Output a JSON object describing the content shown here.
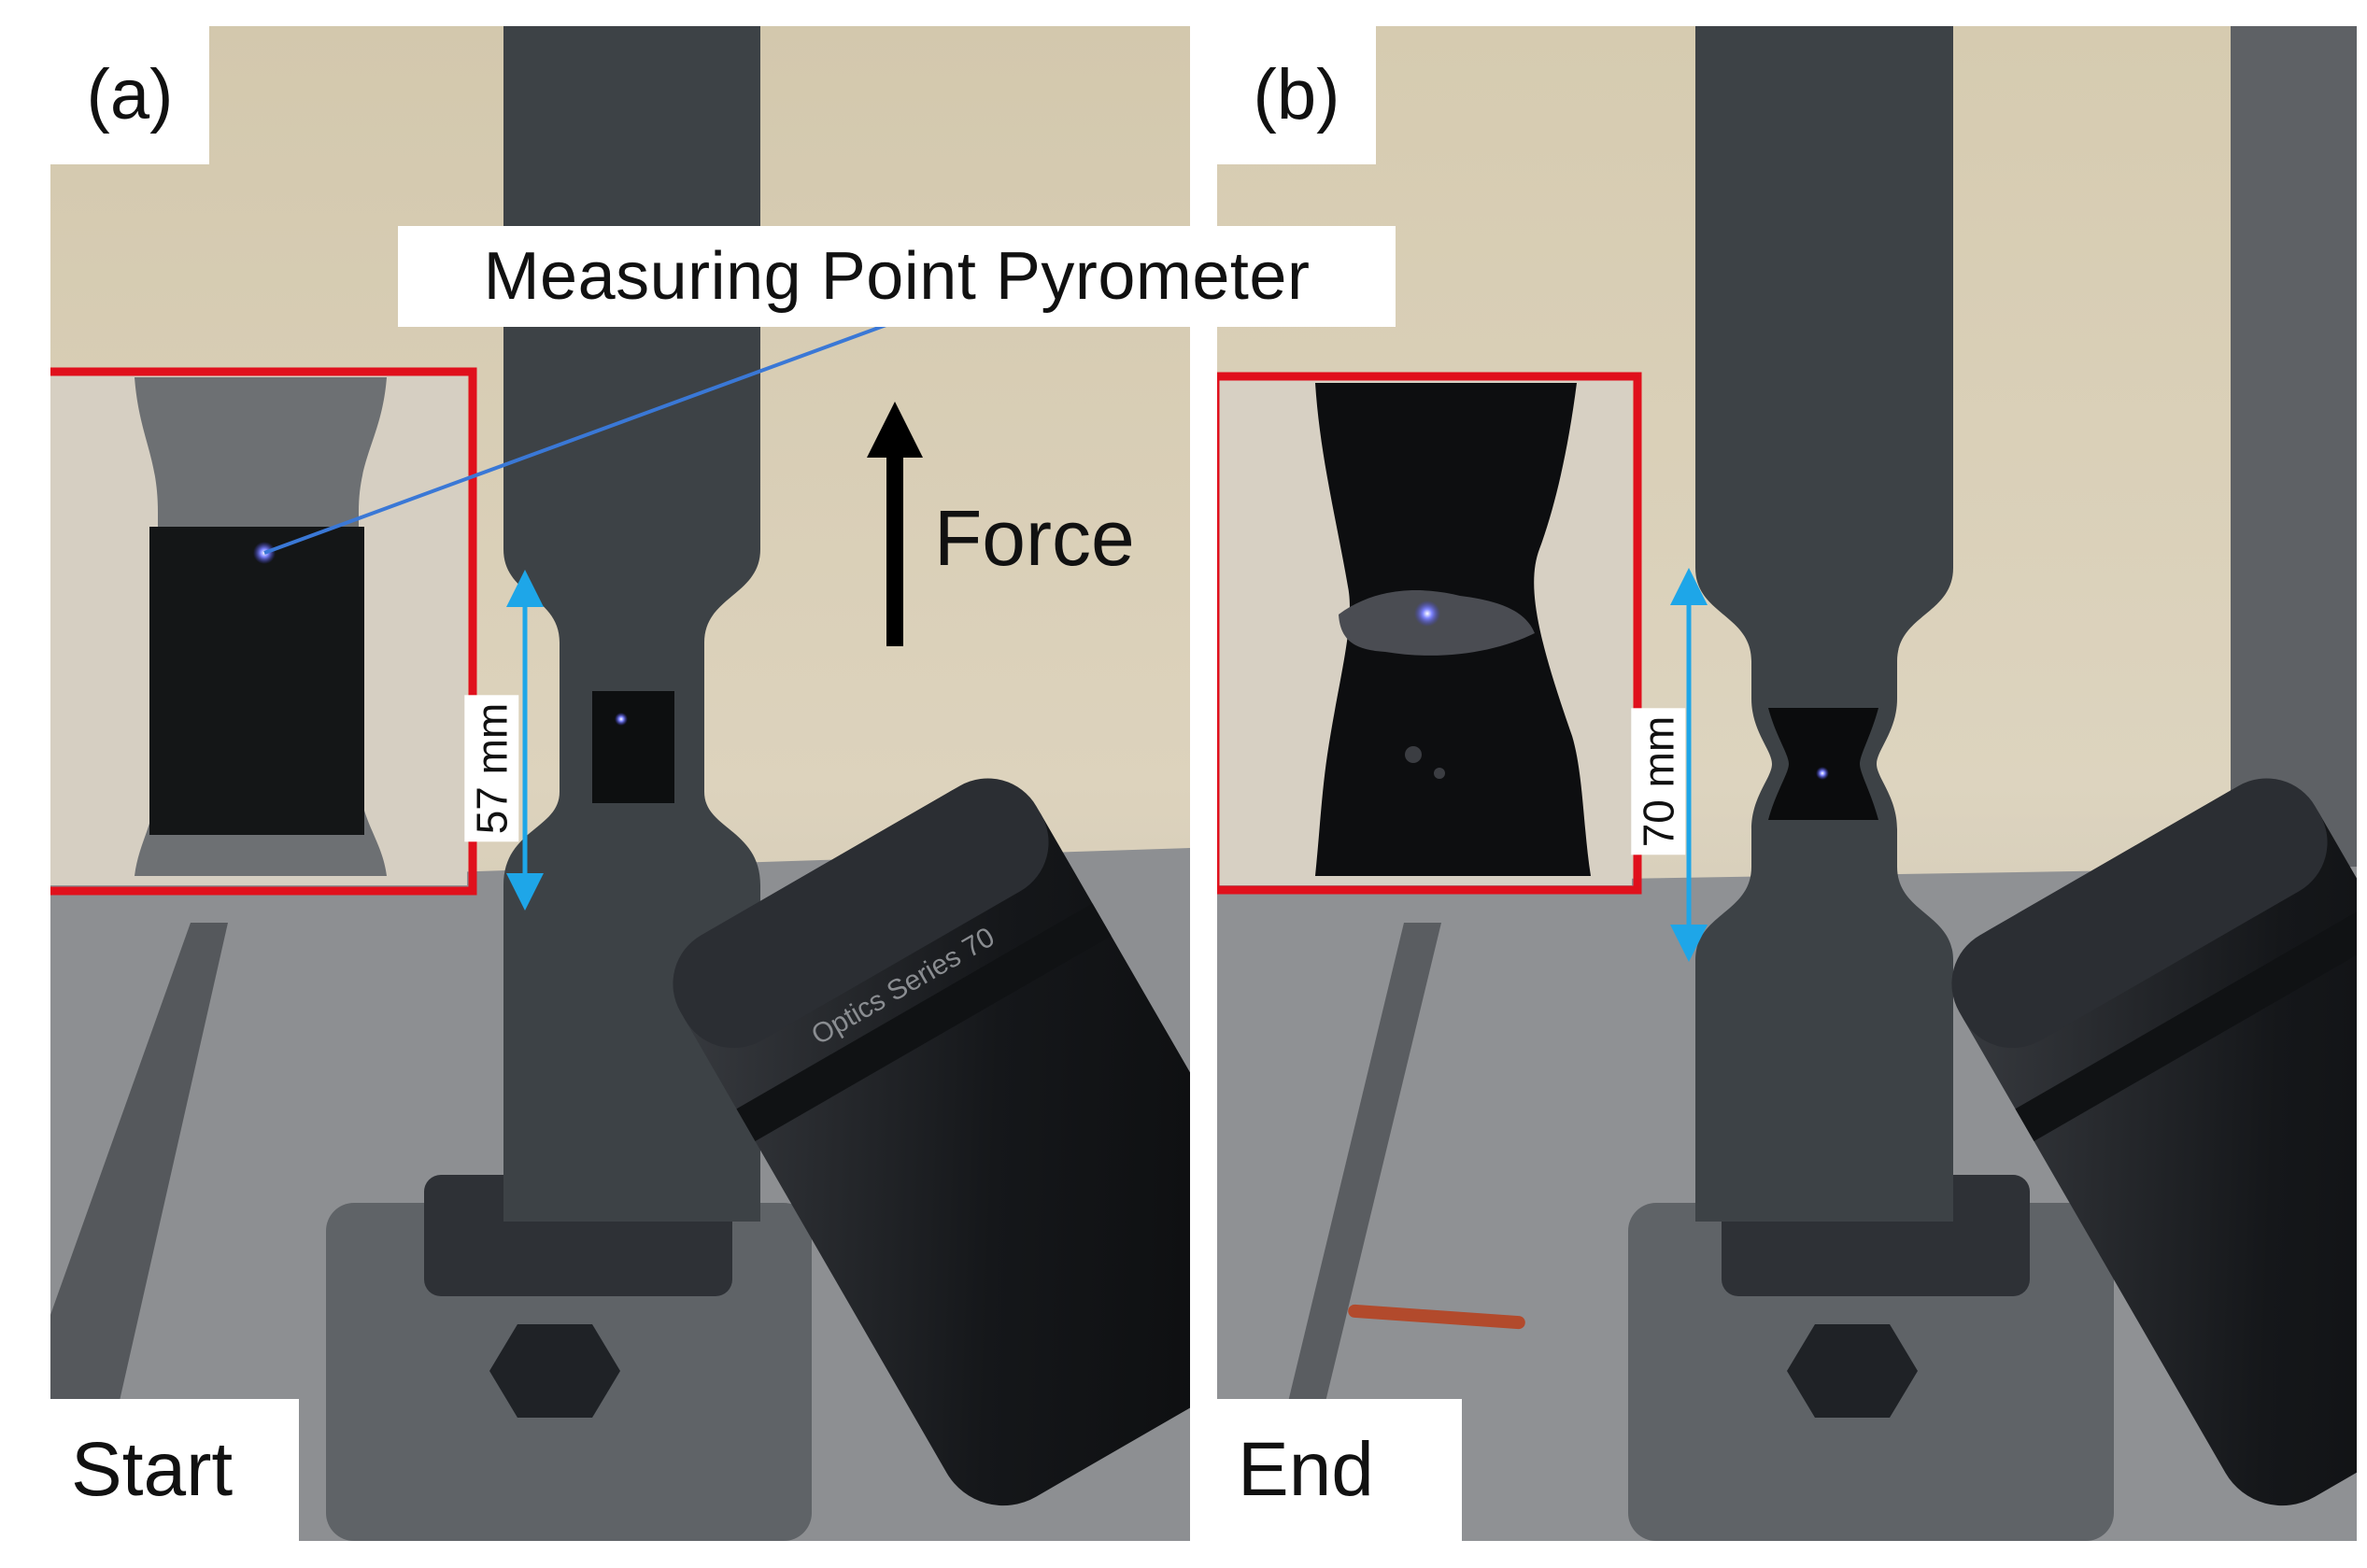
{
  "panels": {
    "a": {
      "letter": "(a)",
      "state": "Start",
      "gauge_length": "57 mm"
    },
    "b": {
      "letter": "(b)",
      "state": "End",
      "gauge_length": "70 mm"
    }
  },
  "callout": {
    "text": "Measuring Point Pyrometer"
  },
  "force": {
    "label": "Force"
  },
  "lens_text": "Optics Series 70",
  "colors": {
    "inset_border": "#e0101c",
    "dimension_arrow": "#1ea6e8",
    "callout_line": "#3a78d6",
    "laser_spot": "#5b62ff",
    "background": "#d9cfb8"
  }
}
